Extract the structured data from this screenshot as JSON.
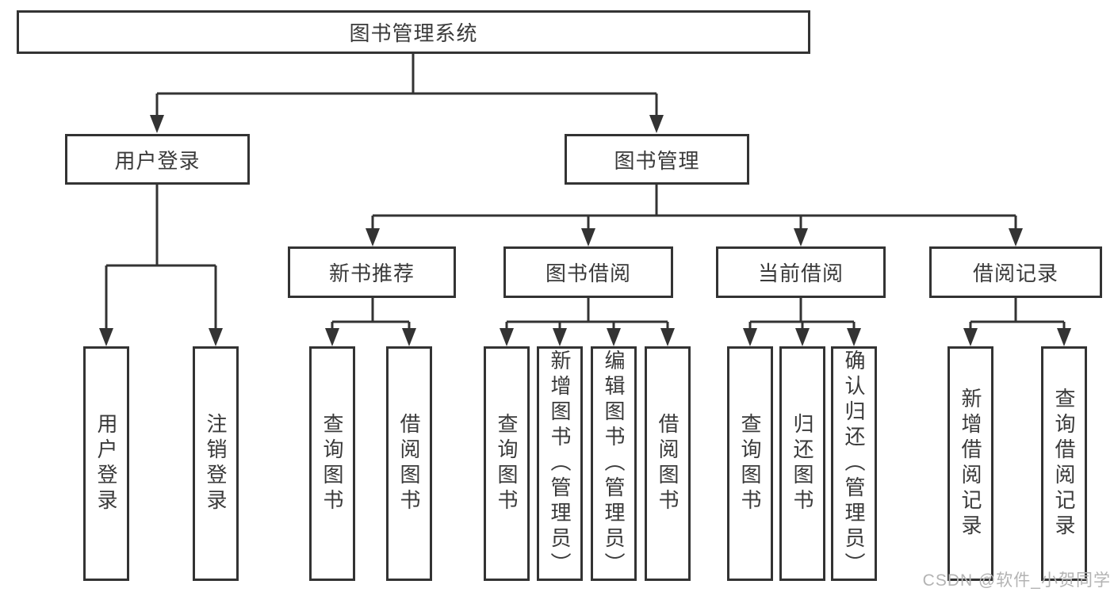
{
  "diagram": {
    "title": "图书管理系统",
    "root": {
      "label": "图书管理系统"
    },
    "level2": [
      {
        "label": "用户登录"
      },
      {
        "label": "图书管理"
      }
    ],
    "level3": [
      {
        "label": "新书推荐"
      },
      {
        "label": "图书借阅"
      },
      {
        "label": "当前借阅"
      },
      {
        "label": "借阅记录"
      }
    ],
    "leaves": {
      "user_login": [
        "用户登录",
        "注销登录"
      ],
      "new_book": [
        "查询图书",
        "借阅图书"
      ],
      "book_borrow": [
        "查询图书",
        "新增图书（管理员）",
        "编辑图书（管理员）",
        "借阅图书"
      ],
      "current_borrow": [
        "查询图书",
        "归还图书",
        "确认归还（管理员）"
      ],
      "borrow_record": [
        "新增借阅记录",
        "查询借阅记录"
      ]
    },
    "colors": {
      "line": "#333333",
      "text": "#3a3a3a",
      "background": "#ffffff",
      "watermark": "#b3b3b3"
    }
  },
  "watermark": {
    "text": "CSDN @软件_小贺同学"
  }
}
